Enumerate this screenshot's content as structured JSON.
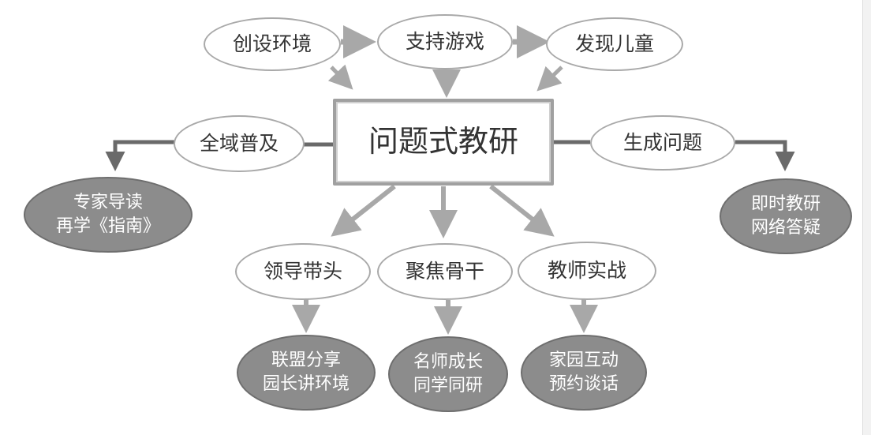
{
  "diagram": {
    "nodes": {
      "create_env": "创设环境",
      "support_play": "支持游戏",
      "discover": "发现儿童",
      "center": "问题式教研",
      "popularize": "全域普及",
      "generate": "生成问题",
      "expert": "专家导读\n再学《指南》",
      "instant": "即时教研\n网络答疑",
      "lead": "领导带头",
      "focus": "聚焦骨干",
      "teacher": "教师实战",
      "alliance": "联盟分享\n园长讲环境",
      "famous": "名师成长\n同学同研",
      "home": "家园互动\n预约谈话"
    },
    "colors": {
      "arrow": "#a8a8a8",
      "dark_connector": "#6a6a6a",
      "dark_node": "#8c8c8c"
    }
  }
}
